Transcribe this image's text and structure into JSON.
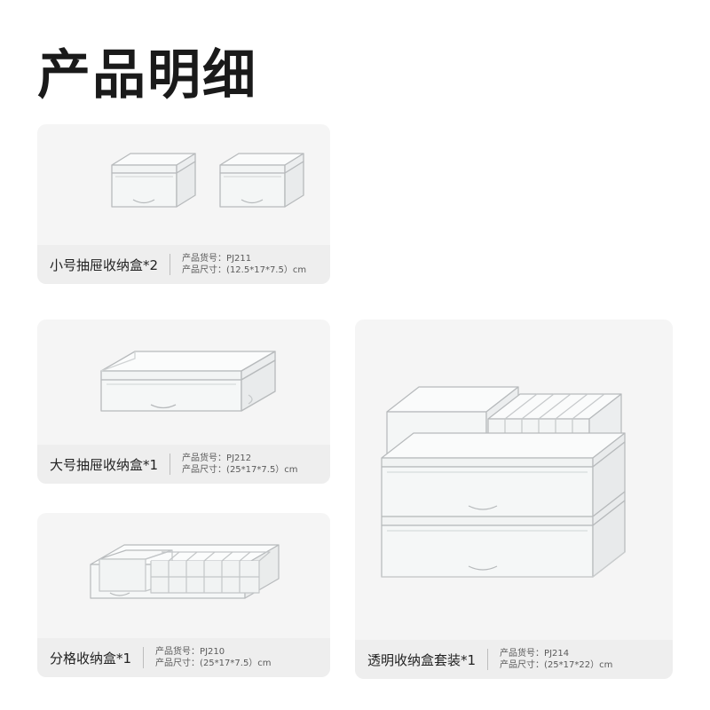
{
  "page": {
    "title": "产品明细",
    "spec_labels": {
      "code": "产品货号：",
      "size": "产品尺寸："
    }
  },
  "items": [
    {
      "id": "small-drawer-box",
      "name": "小号抽屉收纳盒*2",
      "code_label": "产品货号：",
      "code": "PJ211",
      "size_label": "产品尺寸：",
      "size": "(12.5*17*7.5）cm",
      "icon": "two-small-drawer-boxes"
    },
    {
      "id": "large-drawer-box",
      "name": "大号抽屉收纳盒*1",
      "code_label": "产品货号：",
      "code": "PJ212",
      "size_label": "产品尺寸：",
      "size": "(25*17*7.5）cm",
      "icon": "large-drawer-box"
    },
    {
      "id": "divided-box",
      "name": "分格收纳盒*1",
      "code_label": "产品货号：",
      "code": "PJ210",
      "size_label": "产品尺寸：",
      "size": "(25*17*7.5）cm",
      "icon": "divided-compartment-box"
    },
    {
      "id": "transparent-set",
      "name": "透明收纳盒套装*1",
      "code_label": "产品货号：",
      "code": "PJ214",
      "size_label": "产品尺寸：",
      "size": "(25*17*22）cm",
      "icon": "stacked-transparent-box-set"
    }
  ],
  "colors": {
    "background": "#ffffff",
    "card_bg": "#f5f5f5",
    "footer_bg": "#eeeeee",
    "title_text": "#1a1a1a",
    "spec_text": "#5a5a5a",
    "plastic_stroke": "#b9bcbe"
  }
}
